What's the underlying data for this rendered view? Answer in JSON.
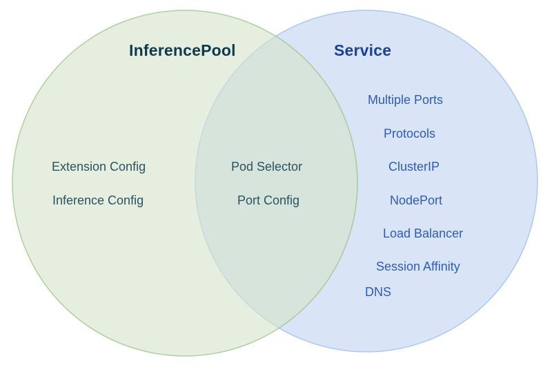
{
  "venn": {
    "left": {
      "title": "InferencePool",
      "items": [
        "Extension Config",
        "Inference Config"
      ]
    },
    "overlap": {
      "items": [
        "Pod Selector",
        "Port Config"
      ]
    },
    "right": {
      "title": "Service",
      "items": [
        "Multiple Ports",
        "Protocols",
        "ClusterIP",
        "NodePort",
        "Load Balancer",
        "Session Affinity",
        "DNS"
      ]
    },
    "colors": {
      "left_circle_fill": "#e7efe2",
      "left_circle_stroke": "#b5d3a6",
      "overlap_fill": "#d8e7dd",
      "right_circle_fill": "#d9e4f6",
      "right_circle_stroke": "#abc8f0",
      "left_title_text": "#0e3a4c",
      "left_item_text": "#2b5361",
      "right_title_text": "#1c4093",
      "right_item_text": "#2e5cb8",
      "background": "#ffffff"
    }
  }
}
